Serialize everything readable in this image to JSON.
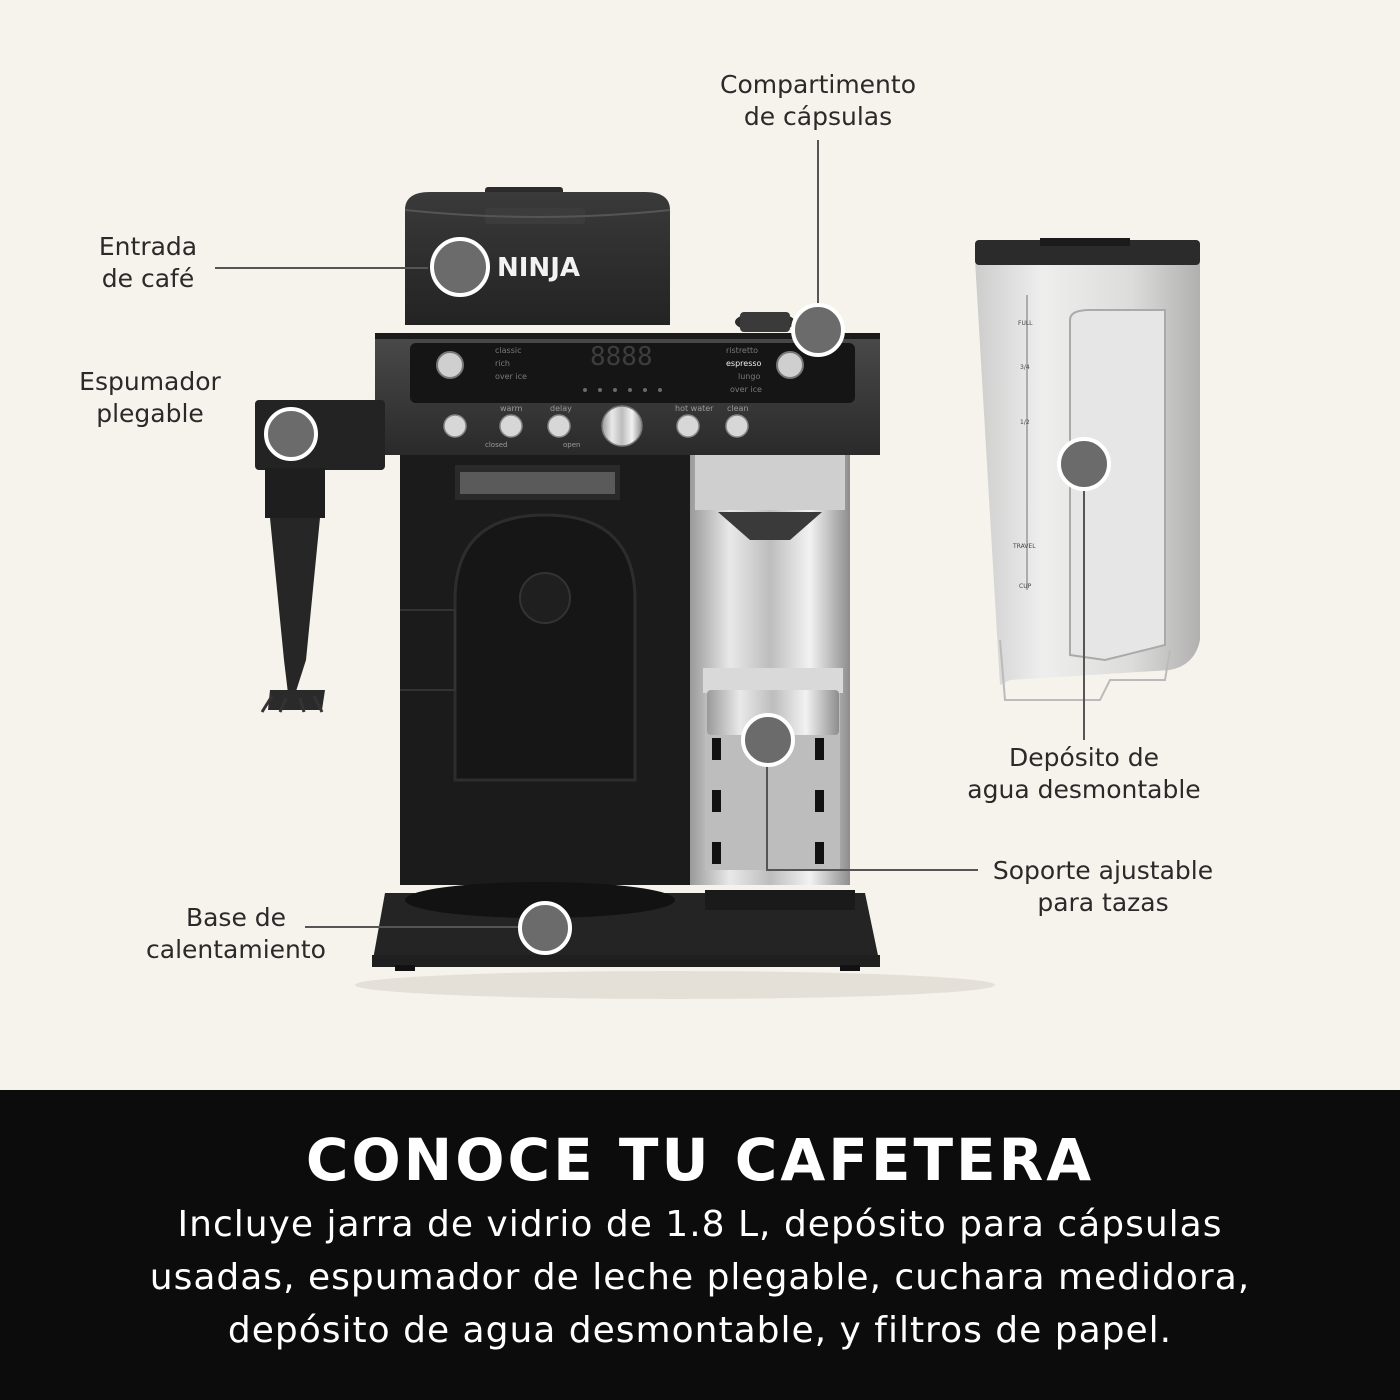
{
  "brand": {
    "logo_text": "NINJA"
  },
  "labels": {
    "entrada_line1": "Entrada",
    "entrada_line2": "de café",
    "espumador_line1": "Espumador",
    "espumador_line2": "plegable",
    "compartimento_line1": "Compartimento",
    "compartimento_line2": "de cápsulas",
    "deposito_line1": "Depósito de",
    "deposito_line2": "agua desmontable",
    "soporte_line1": "Soporte ajustable",
    "soporte_line2": "para tazas",
    "base_line1": "Base de",
    "base_line2": "calentamiento"
  },
  "panel": {
    "btn_warm": "warm",
    "btn_delay": "delay",
    "btn_hotwater": "hot water",
    "btn_clean": "clean",
    "closed": "closed",
    "open": "open",
    "style_classic": "classic",
    "style_rich": "rich",
    "style_overice": "over ice",
    "size_ristretto": "ristretto",
    "size_espresso": "espresso",
    "size_lungo": "lungo",
    "size_overice": "over ice"
  },
  "tank": {
    "mark_full": "FULL",
    "mark_34": "3/4",
    "mark_12": "1/2",
    "mark_travel": "TRAVEL",
    "mark_cup": "CUP"
  },
  "banner": {
    "title": "CONOCE TU CAFETERA",
    "line1": "Incluye jarra de vidrio de 1.8 L, depósito para cápsulas",
    "line2": "usadas, espumador de leche plegable, cuchara medidora,",
    "line3": "depósito de agua desmontable, y filtros de papel."
  },
  "colors": {
    "background": "#f6f3ec",
    "banner": "#0c0c0c",
    "machine_body": "#1b1b1b",
    "hotspot": "#6b6b6b"
  }
}
